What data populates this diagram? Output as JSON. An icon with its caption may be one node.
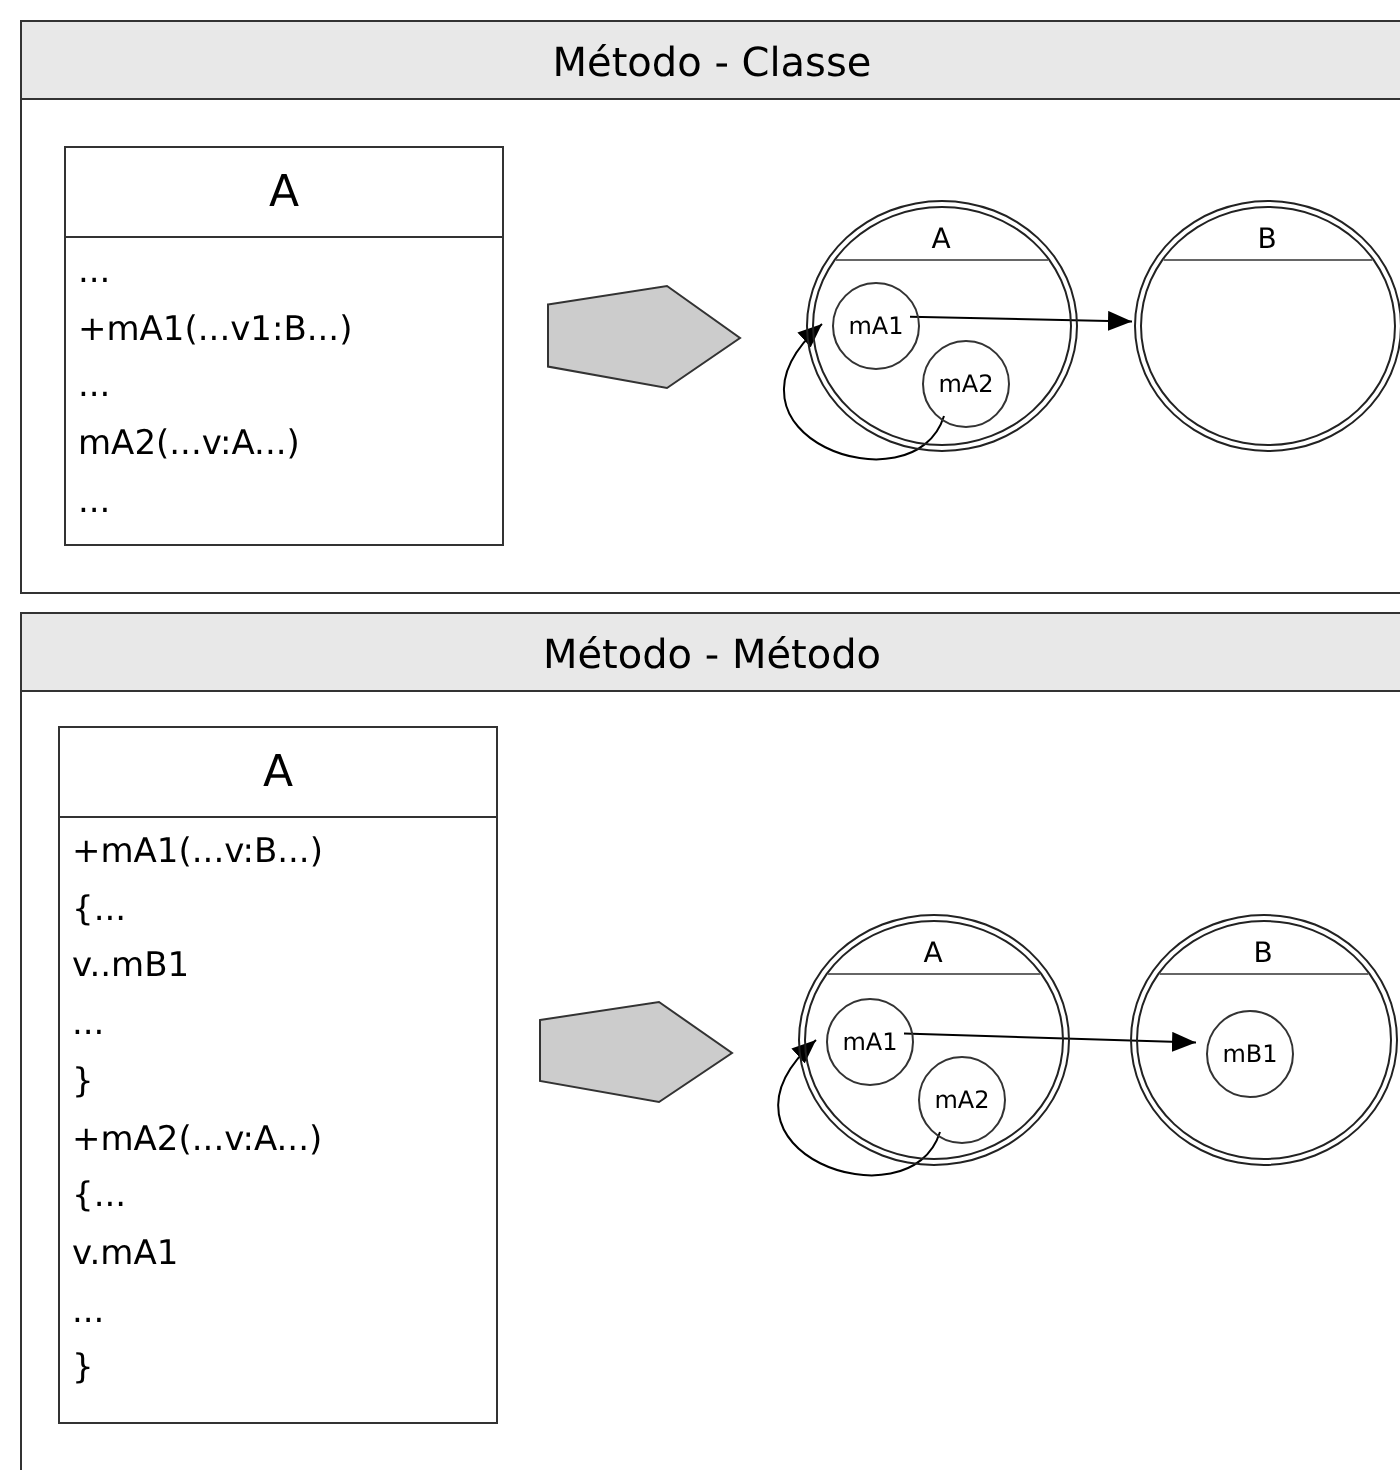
{
  "diagram": {
    "nodes": [
      {
        "text": [
          "Método - Classe"
        ]
      },
      {
        "text": [
          "A",
          "...",
          "+mA1(...v1:B...)",
          "...",
          "mA2(...v:A...)",
          "..."
        ],
        "in": 0
      },
      {
        "text": [],
        "shape": "pentagon",
        "in": 0
      },
      {
        "text": [
          "A"
        ],
        "in": 0
      },
      {
        "text": [
          "mA1"
        ],
        "in": 3
      },
      {
        "text": [
          "mA2"
        ],
        "in": 3
      },
      {
        "text": [
          "B"
        ],
        "in": 0
      },
      {
        "text": [
          "Método - Método"
        ]
      },
      {
        "text": [
          "A",
          "+mA1(...v:B...)",
          "{...",
          "v..mB1",
          "...",
          "}",
          "+mA2(...v:A...)",
          "{...",
          "v.mA1",
          "...",
          "}"
        ],
        "in": 7
      },
      {
        "text": [],
        "shape": "pentagon",
        "in": 7
      },
      {
        "text": [
          "A"
        ],
        "in": 7
      },
      {
        "text": [
          "mA1"
        ],
        "in": 10
      },
      {
        "text": [
          "mA2"
        ],
        "in": 10
      },
      {
        "text": [
          "B"
        ],
        "in": 7
      },
      {
        "text": [
          "mB1"
        ],
        "in": 13
      }
    ],
    "edges": [
      {
        "from": 4,
        "to": 6,
        "arrow": "to"
      },
      {
        "from": 5,
        "to": 4,
        "arrow": "to"
      },
      {
        "from": 11,
        "to": 14,
        "arrow": "to"
      },
      {
        "from": 12,
        "to": 11,
        "arrow": "to"
      }
    ]
  }
}
